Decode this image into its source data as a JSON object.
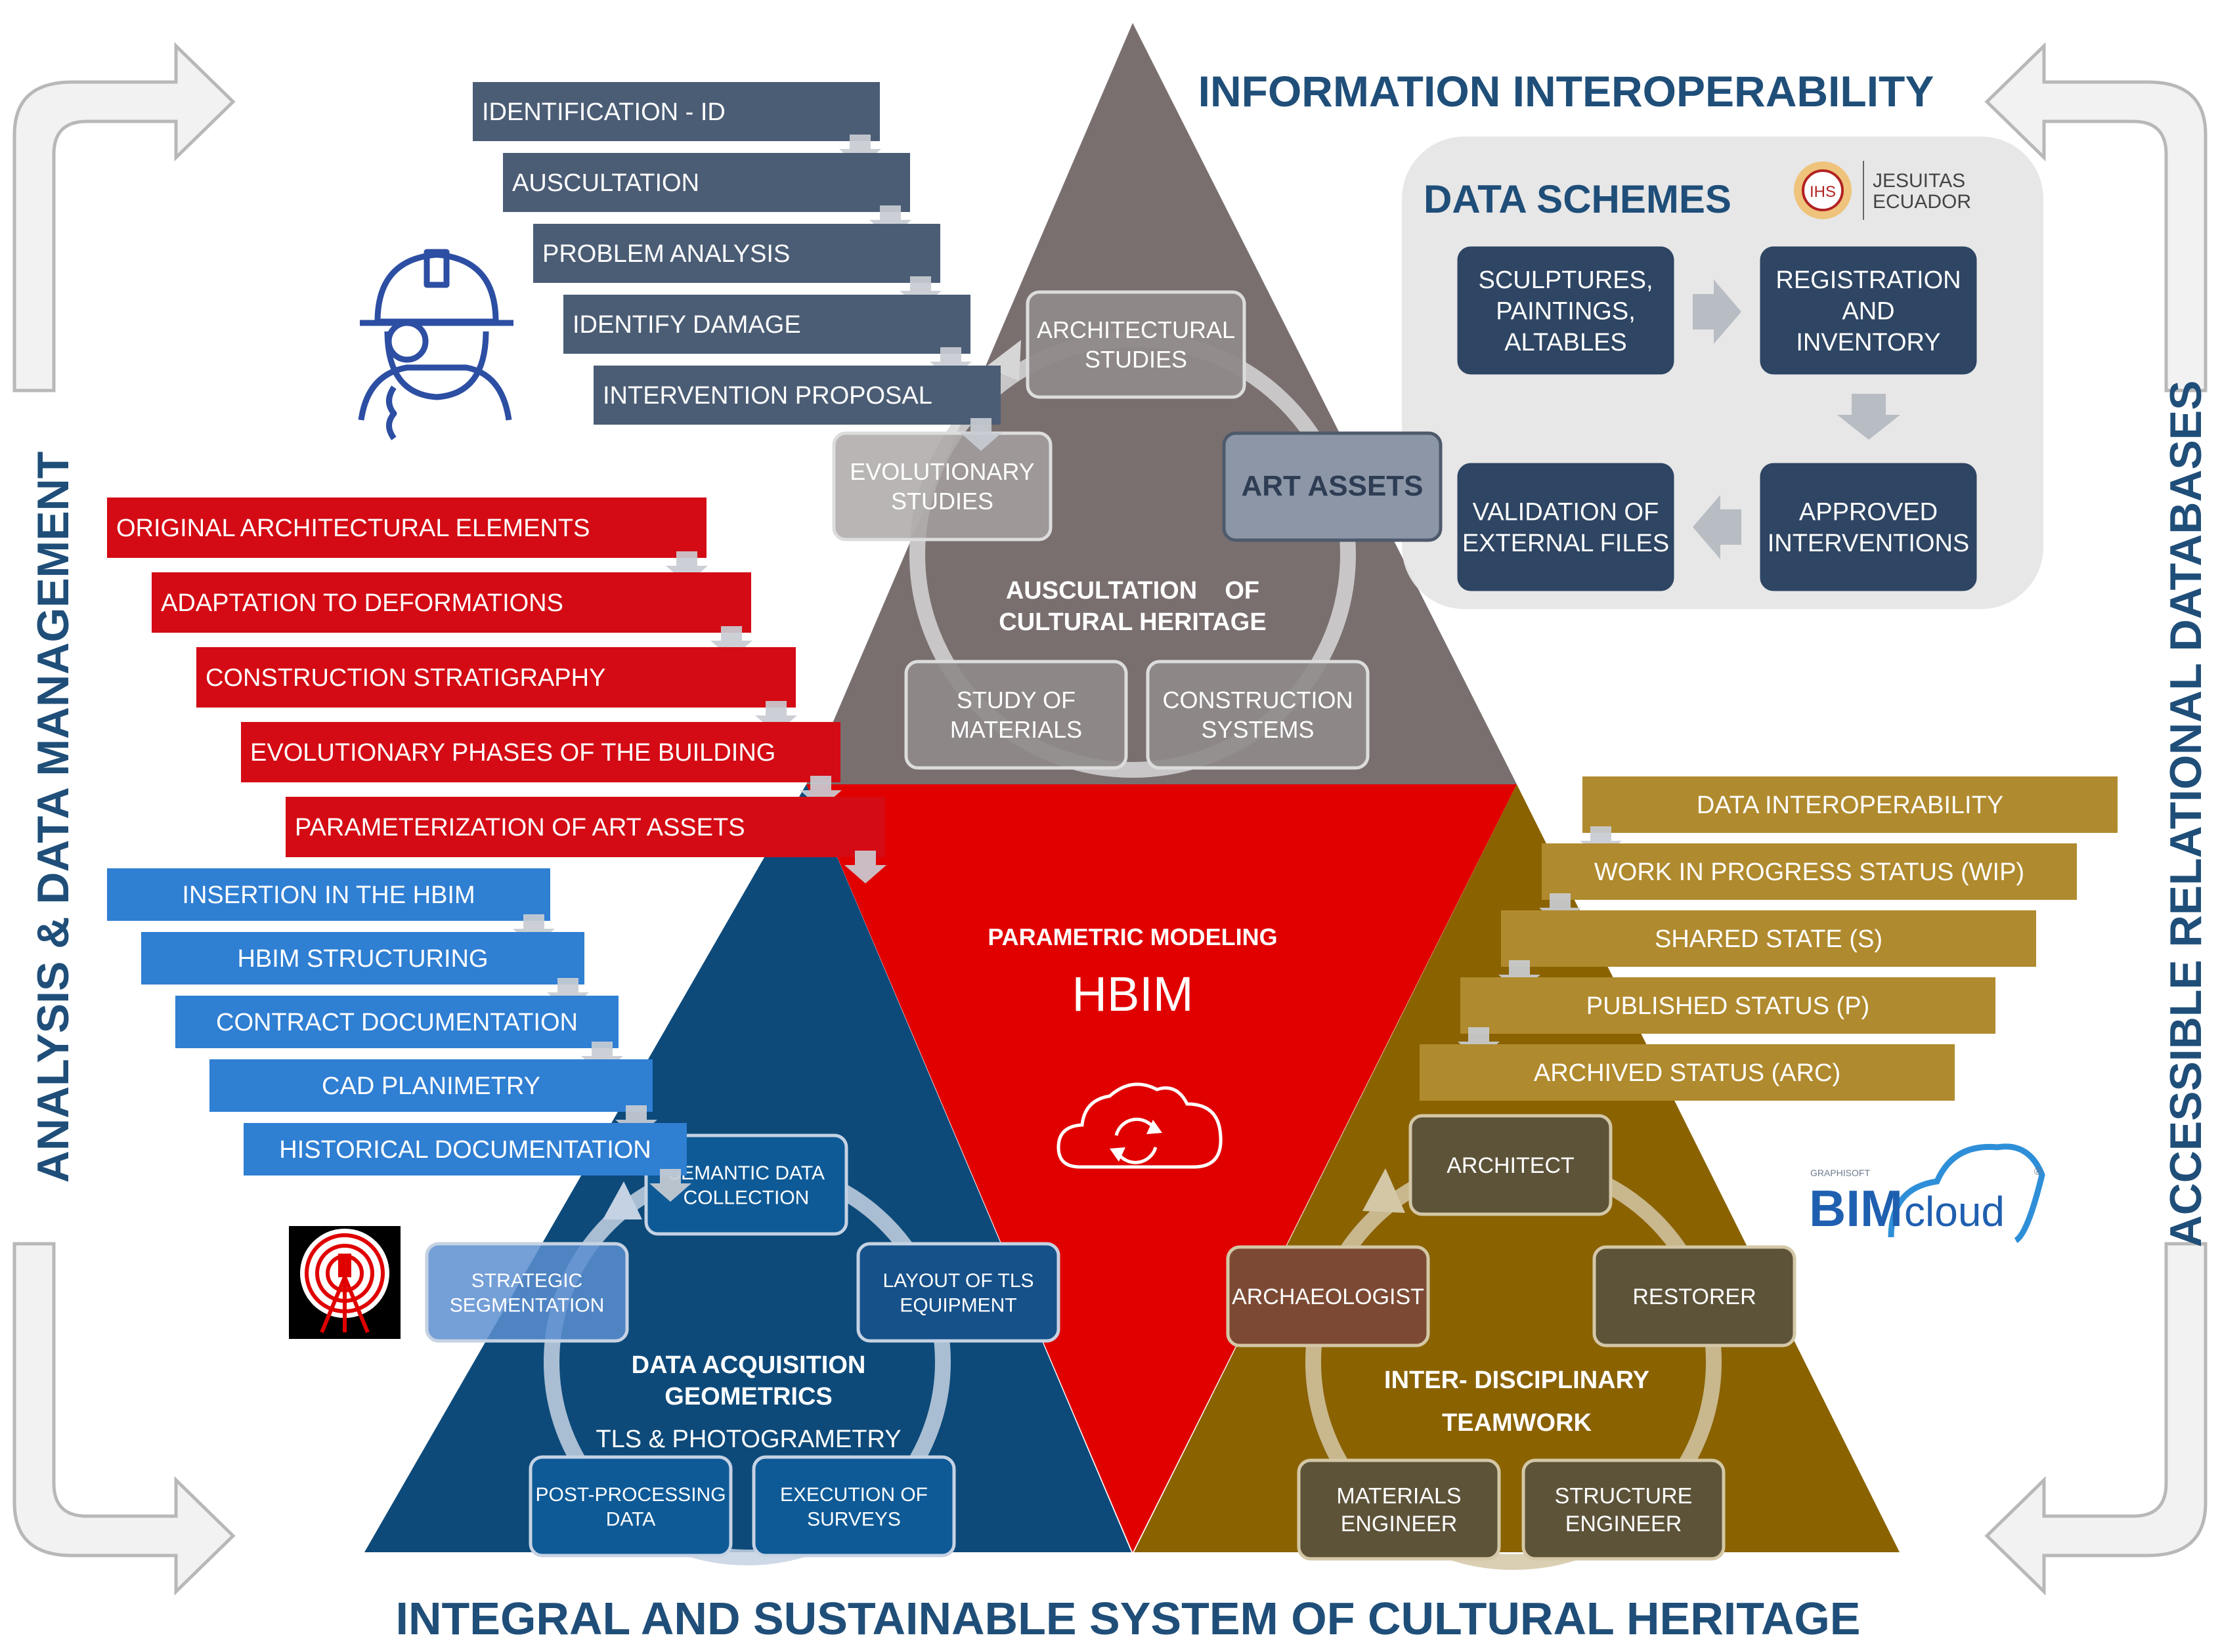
{
  "titles": {
    "top": "INFORMATION INTEROPERABILITY",
    "bottom": "INTEGRAL AND SUSTAINABLE SYSTEM OF CULTURAL HERITAGE",
    "left": "ANALYSIS & DATA MANAGEMENT",
    "right": "ACCESSIBLE RELATIONAL DATABASES"
  },
  "colors": {
    "navy": "#0d4a7a",
    "red": "#e00000",
    "gold": "#8a6200",
    "gray_triangle": "#7a6f6f",
    "slate_bar": "#4b5d75",
    "blue_bar": "#2f7fd3",
    "red_bar": "#d40b14",
    "gold_bar": "#b08a2e",
    "title": "#1f4e79"
  },
  "top_bars": [
    "IDENTIFICATION - ID",
    "AUSCULTATION",
    "PROBLEM ANALYSIS",
    "IDENTIFY DAMAGE",
    "INTERVENTION PROPOSAL"
  ],
  "red_bars": [
    "ORIGINAL ARCHITECTURAL ELEMENTS",
    "ADAPTATION TO DEFORMATIONS",
    "CONSTRUCTION STRATIGRAPHY",
    "EVOLUTIONARY PHASES OF THE BUILDING",
    "PARAMETERIZATION OF ART ASSETS"
  ],
  "blue_bars": [
    "INSERTION IN THE HBIM",
    "HBIM STRUCTURING",
    "CONTRACT DOCUMENTATION",
    "CAD PLANIMETRY",
    "HISTORICAL DOCUMENTATION"
  ],
  "gold_bars": [
    "DATA INTEROPERABILITY",
    "WORK IN PROGRESS STATUS (WIP)",
    "SHARED STATE (S)",
    "PUBLISHED STATUS (P)",
    "ARCHIVED STATUS (ARC)"
  ],
  "top_triangle": {
    "boxes": [
      [
        "ARCHITECTURAL",
        "STUDIES"
      ],
      [
        "EVOLUTIONARY",
        "STUDIES"
      ],
      [
        "STUDY OF",
        "MATERIALS"
      ],
      [
        "CONSTRUCTION",
        "SYSTEMS"
      ]
    ],
    "center": [
      "AUSCULTATION    OF",
      "CULTURAL HERITAGE"
    ],
    "art_assets": "ART ASSETS"
  },
  "center_triangle": {
    "subtitle": "PARAMETRIC MODELING",
    "title": "HBIM"
  },
  "left_triangle": {
    "boxes": [
      [
        "SEMANTIC DATA",
        "COLLECTION"
      ],
      [
        "STRATEGIC",
        "SEGMENTATION"
      ],
      [
        "LAYOUT OF TLS",
        "EQUIPMENT"
      ],
      [
        "POST-PROCESSING",
        "DATA"
      ],
      [
        "EXECUTION OF",
        "SURVEYS"
      ]
    ],
    "center": [
      "DATA ACQUISITION",
      "GEOMETRICS",
      "TLS & PHOTOGRAMETRY"
    ]
  },
  "right_triangle": {
    "boxes": [
      [
        "ARCHITECT"
      ],
      [
        "ARCHAEOLOGIST"
      ],
      [
        "RESTORER"
      ],
      [
        "MATERIALS",
        "ENGINEER"
      ],
      [
        "STRUCTURE",
        "ENGINEER"
      ]
    ],
    "center": [
      "INTER- DISCIPLINARY",
      "TEAMWORK"
    ]
  },
  "data_schemes": {
    "title": "DATA SCHEMES",
    "boxes": [
      [
        "SCULPTURES,",
        "PAINTINGS,",
        "ALTABLES"
      ],
      [
        "REGISTRATION",
        "AND",
        "INVENTORY"
      ],
      [
        "APPROVED",
        "INTERVENTIONS"
      ],
      [
        "VALIDATION OF",
        "EXTERNAL FILES"
      ]
    ]
  },
  "logos": {
    "jesuitas": [
      "JESUITAS",
      "ECUADOR"
    ],
    "jesuitas_seal": "IHS",
    "bimcloud_small": "GRAPHISOFT",
    "bimcloud_bim": "BIM",
    "bimcloud_cloud": "cloud",
    "bimcloud_mark": "®"
  },
  "icons": {
    "worker": "engineer-icon",
    "scanner": "laser-scanner-icon",
    "cloud": "cloud-sync-icon"
  }
}
